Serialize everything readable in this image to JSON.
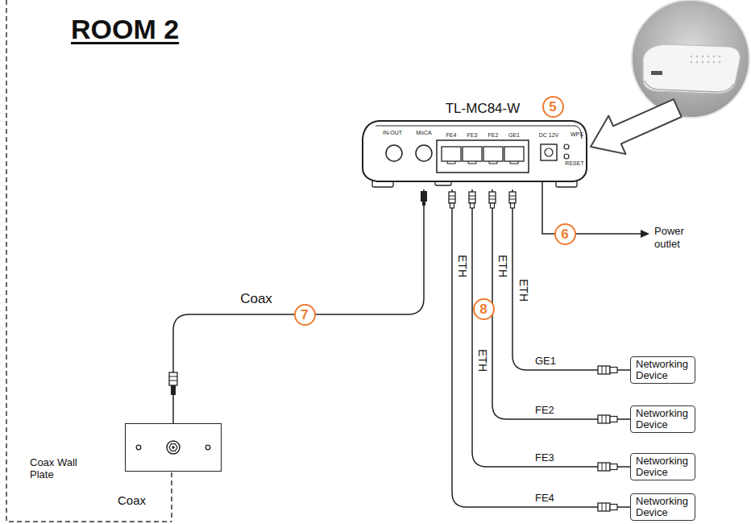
{
  "diagram": {
    "title": "ROOM 2",
    "nodes": [
      {
        "text": [
          "TL-MC84-W"
        ]
      },
      {
        "text": [
          "Coax Wall Plate"
        ]
      },
      {
        "text": [
          "Networking Device"
        ]
      },
      {
        "text": [
          "Networking Device"
        ]
      },
      {
        "text": [
          "Networking Device"
        ]
      },
      {
        "text": [
          "Networking Device"
        ]
      }
    ],
    "edges": [
      {
        "from": 0,
        "to": 1,
        "arrow": "none",
        "label": "Coax"
      },
      {
        "from": 0,
        "to": 2,
        "arrow": "none",
        "label": "ETH"
      },
      {
        "from": 0,
        "to": 3,
        "arrow": "none",
        "label": "ETH"
      },
      {
        "from": 0,
        "to": 4,
        "arrow": "none",
        "label": "ETH"
      },
      {
        "from": 0,
        "to": 5,
        "arrow": "none",
        "label": "ETH"
      }
    ],
    "labels": [
      "5",
      "IN-OUT",
      "MoCA",
      "FE4",
      "FE3",
      "FE2",
      "GE1",
      "DC 12V",
      "WPS",
      "RESET",
      "6",
      "Power outlet",
      "7",
      "8",
      "GE1",
      "FE2",
      "FE3",
      "FE4",
      "Coax"
    ]
  }
}
